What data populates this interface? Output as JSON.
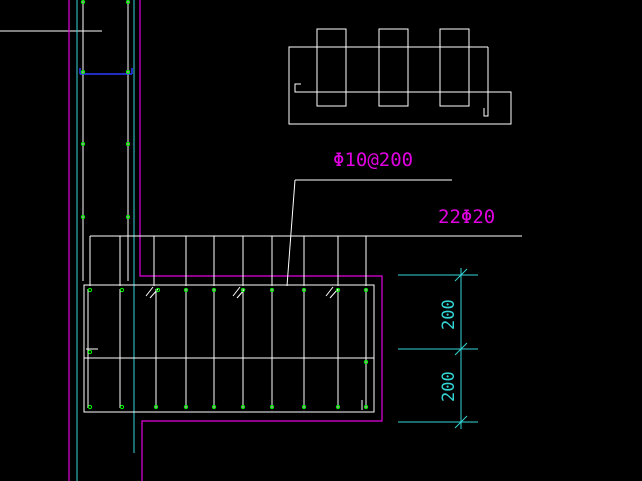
{
  "labels": {
    "stirrup_callout": "Φ10@200",
    "main_bar_callout": "22Φ20",
    "dim_upper": "200",
    "dim_lower": "200"
  },
  "colors": {
    "background": "#000000",
    "white_lines": "#ffffff",
    "cyan": "#33d6d6",
    "magenta": "#e000e0",
    "rebar_dot": "#00ff00",
    "blue_mark": "#2a3cff"
  }
}
